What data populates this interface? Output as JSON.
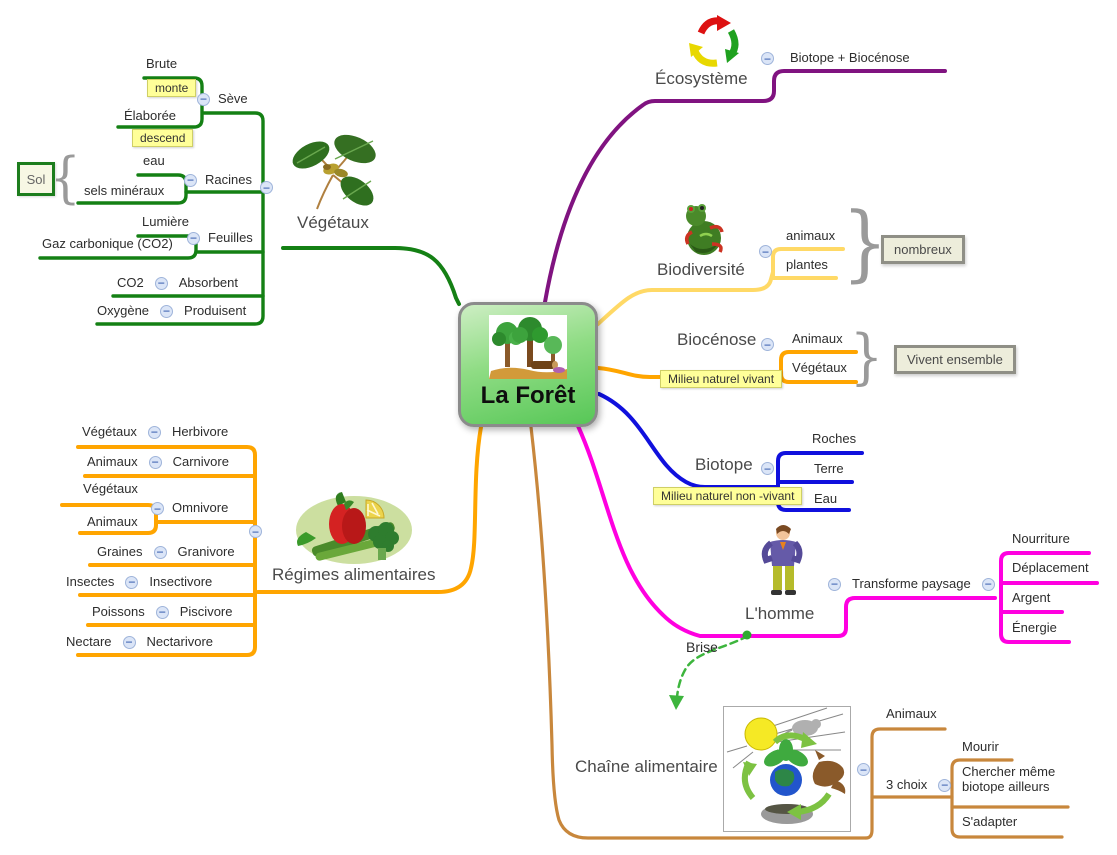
{
  "icons": {
    "collapse": "−",
    "brace_left": "{",
    "brace_right": "}"
  },
  "colors": {
    "vegetaux_branch": "#148014",
    "ecosysteme_branch": "#801380",
    "biodiversite_branch": "#FFD966",
    "biocenose_branch": "#FFA500",
    "biotope_branch": "#1010DD",
    "homme_branch": "#FF00E0",
    "chaine_branch": "#C8873C",
    "regimes_branch": "#FFA500",
    "note_bg": "#FFFF99",
    "callout_bg": "#EDEDDB",
    "center_node_green": "#57C757"
  },
  "center": {
    "title": "La Forêt"
  },
  "vegetaux": {
    "label": "Végétaux",
    "seve": "Sève",
    "brute": "Brute",
    "monte": "monte",
    "elaboree": "Élaborée",
    "descend": "descend",
    "racines": "Racines",
    "eau": "eau",
    "sels": "sels minéraux",
    "sol": "Sol",
    "feuilles": "Feuilles",
    "lumiere": "Lumière",
    "gaz": "Gaz carbonique (CO2)",
    "co2": "CO2",
    "absorbent": "Absorbent",
    "oxygene": "Oxygène",
    "produisent": "Produisent"
  },
  "ecosysteme": {
    "label": "Écosystème",
    "formula": "Biotope + Biocénose"
  },
  "biodiversite": {
    "label": "Biodiversité",
    "animaux": "animaux",
    "plantes": "plantes",
    "callout": "nombreux"
  },
  "biocenose": {
    "label": "Biocénose",
    "note": "Milieu naturel vivant",
    "animaux": "Animaux",
    "vegetaux": "Végétaux",
    "callout": "Vivent ensemble"
  },
  "biotope": {
    "label": "Biotope",
    "note": "Milieu naturel non -vivant",
    "roches": "Roches",
    "terre": "Terre",
    "eau": "Eau"
  },
  "homme": {
    "label": "L'homme",
    "transforme": "Transforme paysage",
    "nourriture": "Nourriture",
    "deplacement": "Déplacement",
    "argent": "Argent",
    "energie": "Énergie"
  },
  "brise": {
    "label": "Brise"
  },
  "chaine": {
    "label": "Chaîne alimentaire",
    "animaux": "Animaux",
    "choix": "3 choix",
    "mourir": "Mourir",
    "chercher": "Chercher même biotope ailleurs",
    "sadapter": "S'adapter"
  },
  "regimes": {
    "label": "Régimes alimentaires",
    "herbivore": {
      "food": "Végétaux",
      "name": "Herbivore"
    },
    "carnivore": {
      "food": "Animaux",
      "name": "Carnivore"
    },
    "omnivore": {
      "food1": "Végétaux",
      "food2": "Animaux",
      "name": "Omnivore"
    },
    "granivore": {
      "food": "Graines",
      "name": "Granivore"
    },
    "insectivore": {
      "food": "Insectes",
      "name": "Insectivore"
    },
    "piscivore": {
      "food": "Poissons",
      "name": "Piscivore"
    },
    "nectarivore": {
      "food": "Nectare",
      "name": "Nectarivore"
    }
  }
}
